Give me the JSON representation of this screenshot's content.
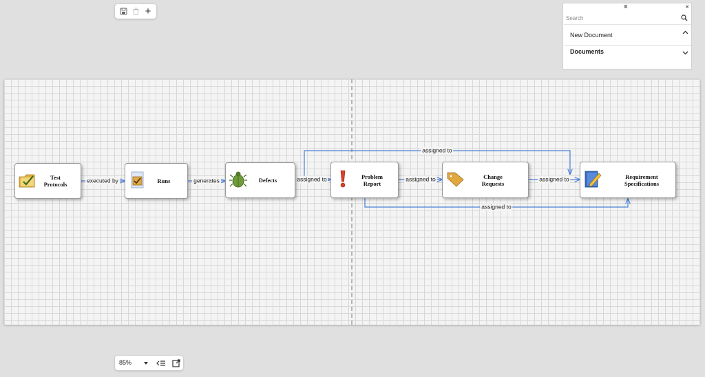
{
  "toolbar": {
    "icons": [
      "save-icon",
      "delete-icon",
      "add-icon"
    ],
    "plus_glyph": "+"
  },
  "diagram": {
    "nodes": [
      {
        "id": "test-protocols",
        "label": "Test\nProtocols",
        "icon": "folder-check-icon"
      },
      {
        "id": "runs",
        "label": "Runs",
        "icon": "checklist-icon"
      },
      {
        "id": "defects",
        "label": "Defects",
        "icon": "bug-icon"
      },
      {
        "id": "problem-report",
        "label": "Problem\nReport",
        "icon": "exclamation-icon"
      },
      {
        "id": "change-requests",
        "label": "Change\nRequests",
        "icon": "tag-icon"
      },
      {
        "id": "requirement-specifications",
        "label": "Requirement\nSpecifications",
        "icon": "notebook-pencil-icon"
      }
    ],
    "edges": [
      {
        "from": "test-protocols",
        "to": "runs",
        "label": "executed by"
      },
      {
        "from": "runs",
        "to": "defects",
        "label": "generates"
      },
      {
        "from": "defects",
        "to": "problem-report",
        "label": "assigned to"
      },
      {
        "from": "problem-report",
        "to": "change-requests",
        "label": "assigned to"
      },
      {
        "from": "change-requests",
        "to": "requirement-specifications",
        "label": "assigned to"
      },
      {
        "from": "defects",
        "to": "requirement-specifications",
        "label": "assigned to"
      },
      {
        "from": "problem-report",
        "to": "requirement-specifications",
        "label": "assigned to"
      }
    ],
    "edge_color": "#4a7fd6"
  },
  "panel": {
    "grip": "IIIII",
    "close": "×",
    "search_placeholder": "Search",
    "items": [
      {
        "label": "New Document",
        "chevron": "up"
      },
      {
        "label": "Documents",
        "chevron": "down"
      }
    ]
  },
  "bottom_toolbar": {
    "zoom": "85%",
    "icons": [
      "dropdown-caret-icon",
      "outline-icon",
      "export-icon"
    ]
  }
}
